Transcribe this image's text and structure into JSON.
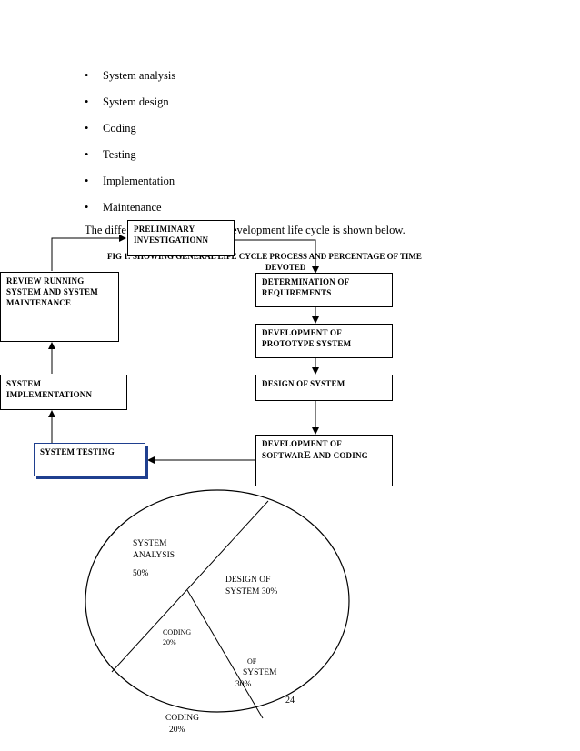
{
  "bullets": [
    "System analysis",
    "System design",
    "Coding",
    "Testing",
    "Implementation",
    "Maintenance"
  ],
  "bullet_symbol": "•",
  "intro_left": "The diffe",
  "intro_right": "evelopment life cycle is shown below.",
  "figure_caption": "FIG 1: SHOWING GENERAL LIFE CYCLE PROCESS AND PERCENTAGE OF TIME",
  "figure_caption_cont": "DEVOTED",
  "boxes": {
    "preliminary": "PRELIMINARY INVESTIGATIONN",
    "review": "REVIEW RUNNING SYSTEM AND SYSTEM MAINTENANCE",
    "determination": "DETERMINATION OF REQUIREMENTS",
    "prototype": "DEVELOPMENT OF PROTOTYPE SYSTEM",
    "implementation": "SYSTEM IMPLEMENTATIONN",
    "design": "DESIGN OF SYSTEM",
    "testing": "SYSTEM TESTING",
    "software_a": "DEVELOPMENT OF SOFTWAR",
    "software_b": "E",
    "software_c": " AND CODING"
  },
  "pie": {
    "analysis_a": "SYSTEM",
    "analysis_b": "ANALYSIS",
    "analysis_pct": "50%",
    "design_a": "DESIGN OF",
    "design_b": "SYSTEM 30%",
    "coding_inner_a": "CODING",
    "coding_inner_b": "20%",
    "of_label": "OF",
    "system_label": "SYSTEM",
    "system_pct": "30%",
    "coding_outer_a": "CODING",
    "coding_outer_b": "20%"
  },
  "page_number": "24"
}
